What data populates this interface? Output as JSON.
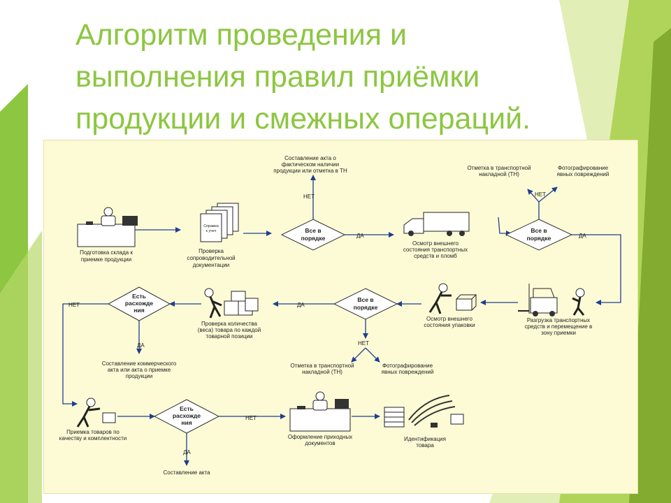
{
  "title": {
    "lines": [
      "Алгоритм проведения и",
      "выполнения правил приёмки",
      "продукции и смежных операций."
    ]
  },
  "colors": {
    "title": "#8dc641",
    "accent_green": "#8dc641",
    "panel": "#fdfbd6",
    "arrow": "#1f3f8f"
  },
  "nodes": {
    "prep_warehouse": [
      "Подготовка склада к",
      "приемке продукции"
    ],
    "check_docs": [
      "Проверка",
      "сопроводительной",
      "документации"
    ],
    "doc_paper": [
      "Справка",
      "к учет"
    ],
    "decision1": [
      "Все в",
      "порядке"
    ],
    "act_actual": [
      "Составление акта о",
      "фактическом наличии",
      "продукции или отметка в ТН"
    ],
    "inspect_vehicle": [
      "Осмотр внешнего",
      "состояния транспортных",
      "средств и пломб"
    ],
    "decision2": [
      "Все в",
      "порядке"
    ],
    "mark_tn_top": [
      "Отметка в транспортной",
      "накладной (ТН)"
    ],
    "photo_top": [
      "Фотографирование",
      "явных повреждений"
    ],
    "unload": [
      "Разгрузка транспортных",
      "средств и перемещение в",
      "зону приемки"
    ],
    "inspect_pack": [
      "Осмотр внешнего",
      "состояния упаковки"
    ],
    "decision3": [
      "Все в",
      "порядке"
    ],
    "mark_tn_mid": [
      "Отметка в транспортной",
      "накладной (ТН)"
    ],
    "photo_mid": [
      "Фотографирование",
      "явных повреждений"
    ],
    "check_qty": [
      "Проверка количества",
      "(веса) товара по каждой",
      "товарной позиции"
    ],
    "decision4": [
      "Есть",
      "расхожде",
      "ния"
    ],
    "commercial_act": [
      "Составление коммерческого",
      "акта или акта о приемке",
      "продукции"
    ],
    "accept_quality": [
      "Приемка товаров по",
      "качеству и комплектности"
    ],
    "decision5": [
      "Есть",
      "расхожде",
      "ния"
    ],
    "act_final": [
      "Составление акта"
    ],
    "incoming_docs": [
      "Оформление приходных",
      "документов"
    ],
    "identification": [
      "Идентификация",
      "товара"
    ]
  },
  "labels": {
    "net": "НЕТ",
    "da": "ДА"
  }
}
